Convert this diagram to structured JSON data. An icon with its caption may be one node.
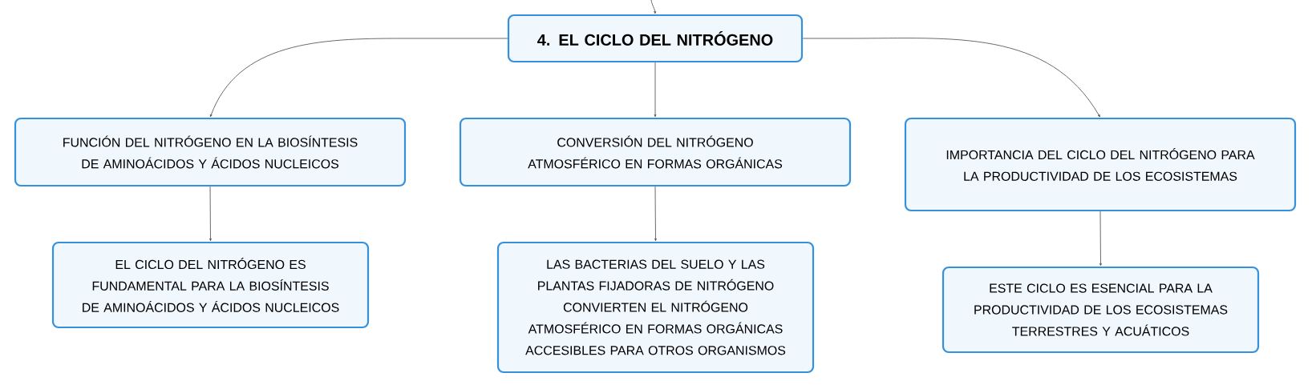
{
  "diagram": {
    "nodes": [
      {
        "text": [
          "4. EL CICLO DEL NITRÓGENO"
        ]
      },
      {
        "text": [
          "FUNCIÓN DEL NITRÓGENO EN LA BIOSÍNTESIS DE AMINOÁCIDOS Y ÁCIDOS NUCLEICOS"
        ]
      },
      {
        "text": [
          "CONVERSIÓN DEL NITRÓGENO ATMOSFÉRICO EN FORMAS ORGÁNICAS"
        ]
      },
      {
        "text": [
          "IMPORTANCIA DEL CICLO DEL NITRÓGENO PARA LA PRODUCTIVIDAD DE LOS ECOSISTEMAS"
        ]
      },
      {
        "text": [
          "EL CICLO DEL NITRÓGENO ES FUNDAMENTAL PARA LA BIOSÍNTESIS DE AMINOÁCIDOS Y ÁCIDOS NUCLEICOS"
        ]
      },
      {
        "text": [
          "LAS BACTERIAS DEL SUELO Y LAS PLANTAS FIJADORAS DE NITRÓGENO CONVIERTEN EL NITRÓGENO ATMOSFÉRICO EN FORMAS ORGÁNICAS ACCESIBLES PARA OTROS ORGANISMOS"
        ]
      },
      {
        "text": [
          "ESTE CICLO ES ESENCIAL PARA LA PRODUCTIVIDAD DE LOS ECOSISTEMAS TERRESTRES Y ACUÁTICOS"
        ]
      }
    ],
    "edges": [
      {
        "from": null,
        "to": 0,
        "arrow": "to"
      },
      {
        "from": 0,
        "to": 1,
        "arrow": "to"
      },
      {
        "from": 0,
        "to": 2,
        "arrow": "to"
      },
      {
        "from": 0,
        "to": 3,
        "arrow": "to"
      },
      {
        "from": 1,
        "to": 4,
        "arrow": "to"
      },
      {
        "from": 2,
        "to": 5,
        "arrow": "to"
      },
      {
        "from": 3,
        "to": 6,
        "arrow": "to"
      }
    ]
  }
}
